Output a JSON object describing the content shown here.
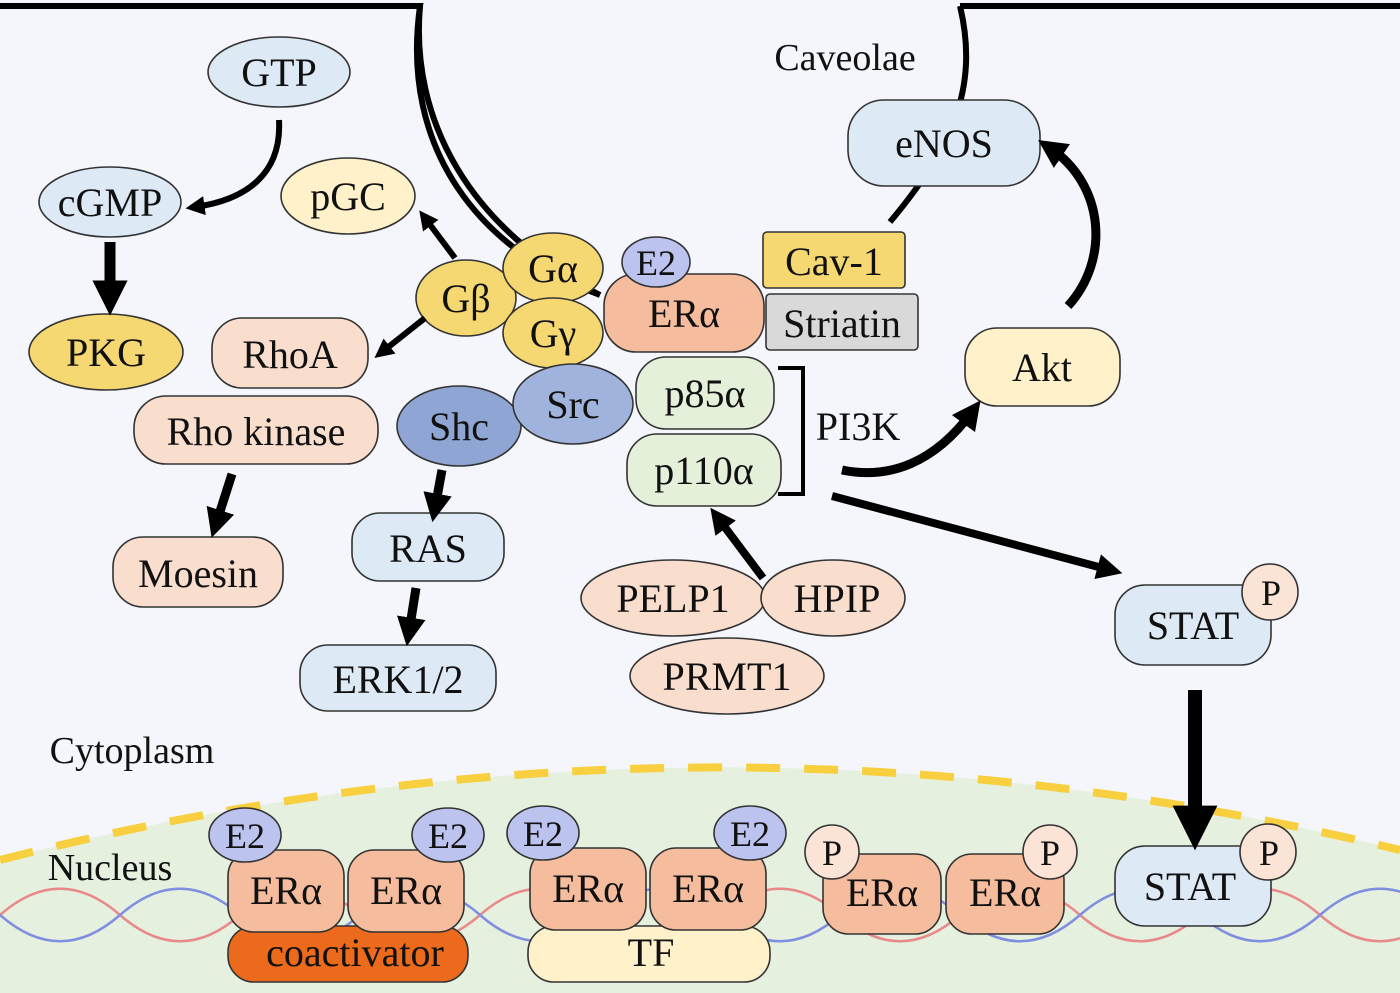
{
  "colors": {
    "background": "#f4f6fb",
    "nucleus_fill": "#e6f0df",
    "nuclear_envelope": "#f7cf3f",
    "membrane": "#000000",
    "blue_node": "#dde9f5",
    "yellow_node": "#fff1c9",
    "gold_node": "#f6d873",
    "peach_node": "#f9ddcd",
    "salmon_node": "#f5bd9e",
    "green_node": "#e4f0da",
    "src_node": "#9fb3dc",
    "shc_node": "#8fa6d4",
    "e2_badge": "#bcc3ee",
    "p_badge": "#fbe4d6",
    "grey_node": "#d9d9d9",
    "coactivator": "#ec6a1c",
    "tf_node": "#fff1c9",
    "arrow": "#000000"
  },
  "regions": {
    "caveolae": "Caveolae",
    "cytoplasm": "Cytoplasm",
    "nucleus": "Nucleus"
  },
  "nodes": {
    "gtp": "GTP",
    "cgmp": "cGMP",
    "pkg": "PKG",
    "pgc": "pGC",
    "g_alpha": "Gα",
    "g_beta": "Gβ",
    "g_gamma": "Gγ",
    "rhoa": "RhoA",
    "rho_kinase": "Rho kinase",
    "moesin": "Moesin",
    "shc": "Shc",
    "src": "Src",
    "ras": "RAS",
    "erk": "ERK1/2",
    "e2": "E2",
    "era": "ERα",
    "cav1": "Cav-1",
    "striatin": "Striatin",
    "enos": "eNOS",
    "akt": "Akt",
    "p85": "p85α",
    "p110": "p110α",
    "pi3k": "PI3K",
    "pelp1": "PELP1",
    "hpip": "HPIP",
    "prmt1": "PRMT1",
    "stat": "STAT",
    "p": "P"
  },
  "nuclear": {
    "era": "ERα",
    "e2": "E2",
    "p": "P",
    "coactivator": "coactivator",
    "tf": "TF",
    "stat": "STAT"
  }
}
